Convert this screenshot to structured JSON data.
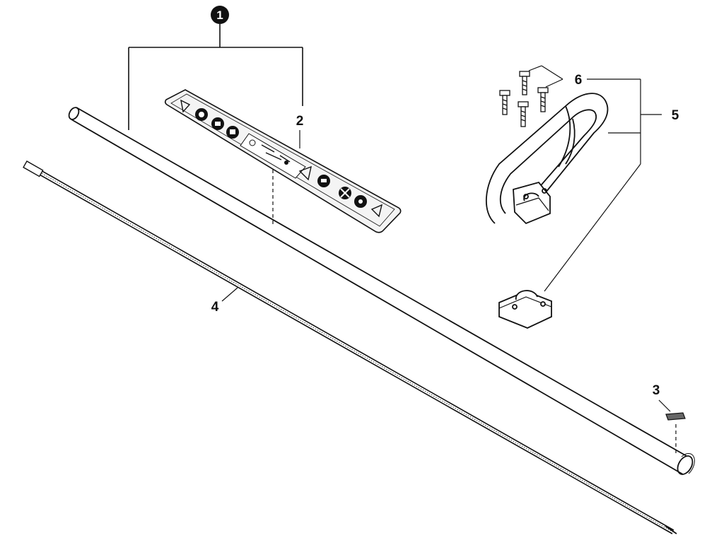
{
  "callouts": {
    "assembly": "1",
    "decal": "2",
    "key": "3",
    "drive_shaft": "4",
    "handle": "5",
    "bolts": "6"
  },
  "colors": {
    "line": "#111111",
    "background": "#ffffff",
    "decal_fill": "#f4f4f4"
  }
}
